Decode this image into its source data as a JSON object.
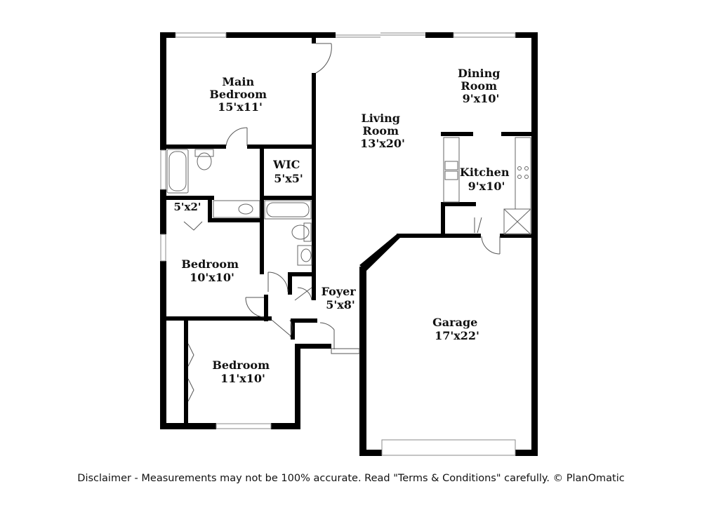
{
  "colors": {
    "wall": "#000000",
    "fixture": "#555555",
    "window": "#888888",
    "background": "#ffffff"
  },
  "rooms": [
    {
      "id": "main-bedroom",
      "lines": [
        "Main",
        "Bedroom",
        "15'x11'"
      ]
    },
    {
      "id": "living-room",
      "lines": [
        "Living",
        "Room",
        "13'x20'"
      ]
    },
    {
      "id": "dining-room",
      "lines": [
        "Dining",
        "Room",
        "9'x10'"
      ]
    },
    {
      "id": "wic",
      "lines": [
        "WIC",
        "5'x5'"
      ]
    },
    {
      "id": "kitchen",
      "lines": [
        "Kitchen",
        "9'x10'"
      ]
    },
    {
      "id": "closet",
      "lines": [
        "5'x2'"
      ]
    },
    {
      "id": "bedroom-2",
      "lines": [
        "Bedroom",
        "10'x10'"
      ]
    },
    {
      "id": "foyer",
      "lines": [
        "Foyer",
        "5'x8'"
      ]
    },
    {
      "id": "garage",
      "lines": [
        "Garage",
        "17'x22'"
      ]
    },
    {
      "id": "bedroom-3",
      "lines": [
        "Bedroom",
        "11'x10'"
      ]
    }
  ],
  "disclaimer": "Disclaimer - Measurements may not be 100% accurate. Read \"Terms & Conditions\" carefully. © PlanOmatic"
}
